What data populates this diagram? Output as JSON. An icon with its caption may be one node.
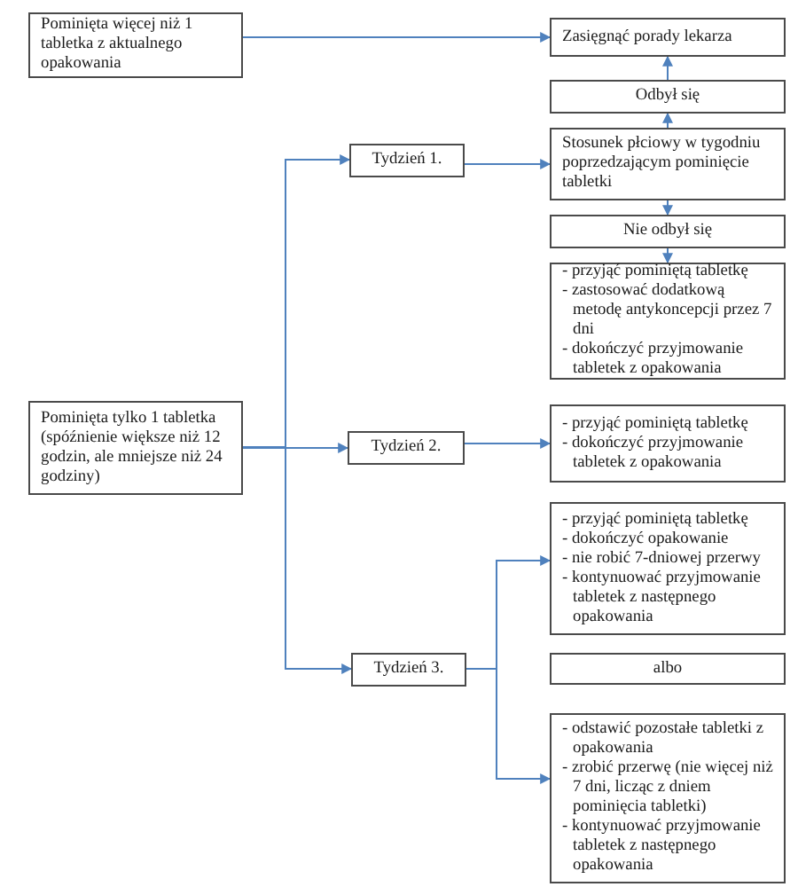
{
  "diagram": {
    "nodes": [
      {
        "text": [
          "Pominięta więcej niż 1 tabletka z aktualnego opakowania"
        ]
      },
      {
        "text": [
          "Zasięgnąć porady lekarza"
        ]
      },
      {
        "text": [
          "Odbył się"
        ]
      },
      {
        "text": [
          "Tydzień 1."
        ]
      },
      {
        "text": [
          "Stosunek płciowy w tygodniu poprzedzającym pominięcie tabletki"
        ]
      },
      {
        "text": [
          "Nie odbył się"
        ]
      },
      {
        "text": [
          "- przyjąć pominiętą tabletkę",
          "- zastosować dodatkową metodę antykoncepcji przez 7 dni",
          "- dokończyć przyjmowanie tabletek z opakowania"
        ]
      },
      {
        "text": [
          "Pominięta tylko 1 tabletka (spóźnienie większe niż 12 godzin, ale mniejsze niż 24 godziny)"
        ]
      },
      {
        "text": [
          "Tydzień 2."
        ]
      },
      {
        "text": [
          "- przyjąć pominiętą tabletkę",
          "- dokończyć przyjmowanie tabletek z opakowania"
        ]
      },
      {
        "text": [
          "- przyjąć pominiętą tabletkę",
          "- dokończyć opakowanie",
          "- nie robić 7-dniowej przerwy",
          "- kontynuować przyjmowanie tabletek z następnego opakowania"
        ]
      },
      {
        "text": [
          "Tydzień 3."
        ]
      },
      {
        "text": [
          "albo"
        ]
      },
      {
        "text": [
          "- odstawić pozostałe tabletki z opakowania",
          "- zrobić przerwę (nie więcej niż 7 dni, licząc z dniem pominięcia tabletki)",
          "- kontynuować przyjmowanie tabletek z następnego opakowania"
        ]
      }
    ],
    "edges": [
      {
        "from": 0,
        "to": 1,
        "arrow": "to"
      },
      {
        "from": 2,
        "to": 1,
        "arrow": "to"
      },
      {
        "from": 4,
        "to": 2,
        "arrow": "to"
      },
      {
        "from": 3,
        "to": 4,
        "arrow": "to"
      },
      {
        "from": 4,
        "to": 5,
        "arrow": "to"
      },
      {
        "from": 5,
        "to": 6,
        "arrow": "to"
      },
      {
        "from": 7,
        "to": 3,
        "arrow": "to"
      },
      {
        "from": 7,
        "to": 8,
        "arrow": "to"
      },
      {
        "from": 7,
        "to": 11,
        "arrow": "to"
      },
      {
        "from": 8,
        "to": 9,
        "arrow": "to"
      },
      {
        "from": 11,
        "to": 10,
        "arrow": "to"
      },
      {
        "from": 11,
        "to": 13,
        "arrow": "to"
      }
    ]
  }
}
